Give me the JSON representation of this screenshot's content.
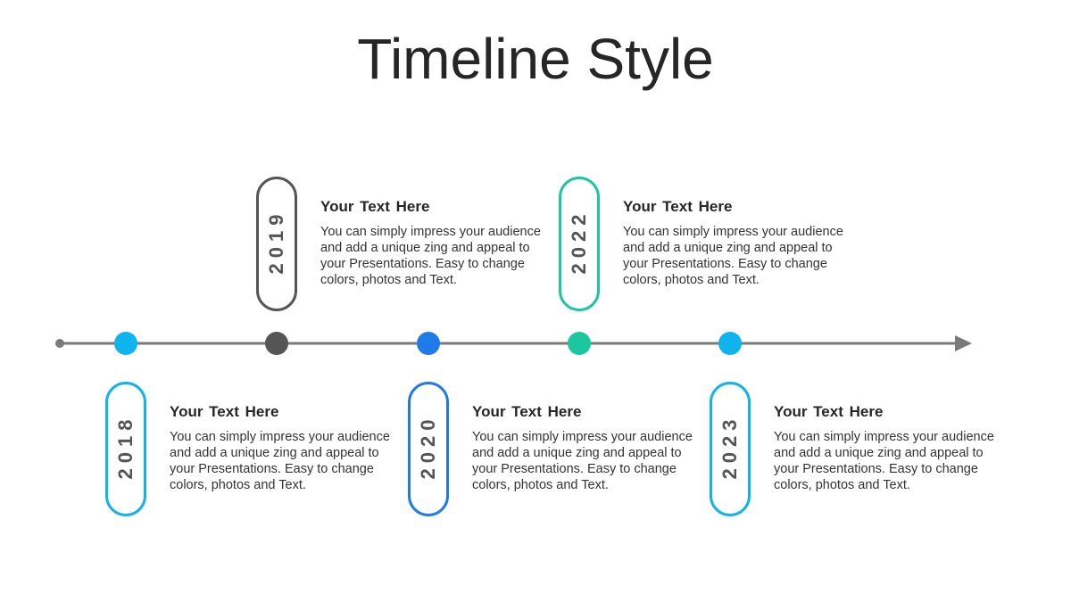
{
  "title": "Timeline Style",
  "milestones": [
    {
      "year": "2018",
      "position": "below",
      "color": "#0fb4ef",
      "heading": "Your Text  Here",
      "body": "You can simply impress your audience and add a unique zing and appeal to your Presentations. Easy to change colors, photos and Text."
    },
    {
      "year": "2019",
      "position": "above",
      "color": "#555555",
      "heading": "Your Text  Here",
      "body": "You can simply impress your audience and add a unique zing and appeal to your Presentations. Easy to change colors, photos and Text."
    },
    {
      "year": "2020",
      "position": "below",
      "color": "#1f7be8",
      "heading": "Your Text  Here",
      "body": "You can simply impress your audience and add a unique zing and appeal to your Presentations. Easy to change colors, photos and Text."
    },
    {
      "year": "2022",
      "position": "above",
      "color": "#1cc7a0",
      "heading": "Your Text  Here",
      "body": "You can simply impress your audience and add a unique zing and appeal to your Presentations. Easy to change colors, photos and Text."
    },
    {
      "year": "2023",
      "position": "below",
      "color": "#0fb4ef",
      "heading": "Your Text  Here",
      "body": "You can simply impress your audience and add a unique zing and appeal to your Presentations. Easy to change colors, photos and Text."
    }
  ],
  "axis_color": "#7a7a7a"
}
